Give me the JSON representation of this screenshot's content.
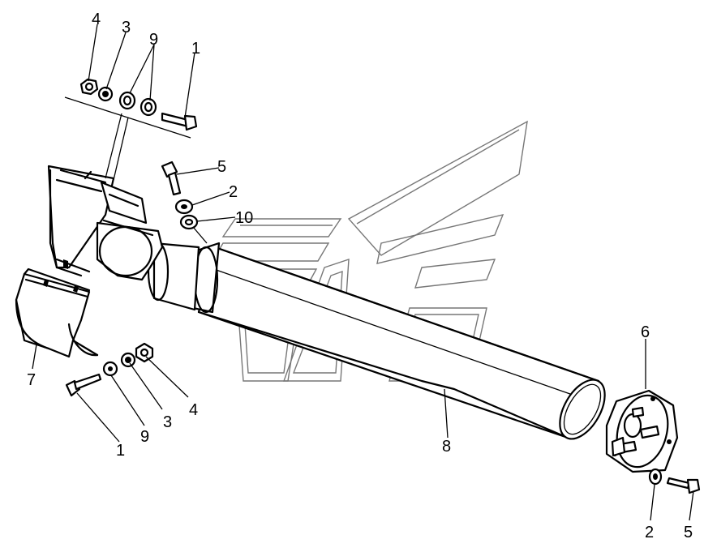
{
  "diagram": {
    "callouts": [
      {
        "id": "c4a",
        "text": "4"
      },
      {
        "id": "c3a",
        "text": "3"
      },
      {
        "id": "c9a",
        "text": "9"
      },
      {
        "id": "c1a",
        "text": "1"
      },
      {
        "id": "c5a",
        "text": "5"
      },
      {
        "id": "c2a",
        "text": "2"
      },
      {
        "id": "c10",
        "text": "10"
      },
      {
        "id": "c7",
        "text": "7"
      },
      {
        "id": "c4b",
        "text": "4"
      },
      {
        "id": "c3b",
        "text": "3"
      },
      {
        "id": "c9b",
        "text": "9"
      },
      {
        "id": "c1b",
        "text": "1"
      },
      {
        "id": "c6",
        "text": "6"
      },
      {
        "id": "c8",
        "text": "8"
      },
      {
        "id": "c2b",
        "text": "2"
      },
      {
        "id": "c5b",
        "text": "5"
      }
    ]
  }
}
